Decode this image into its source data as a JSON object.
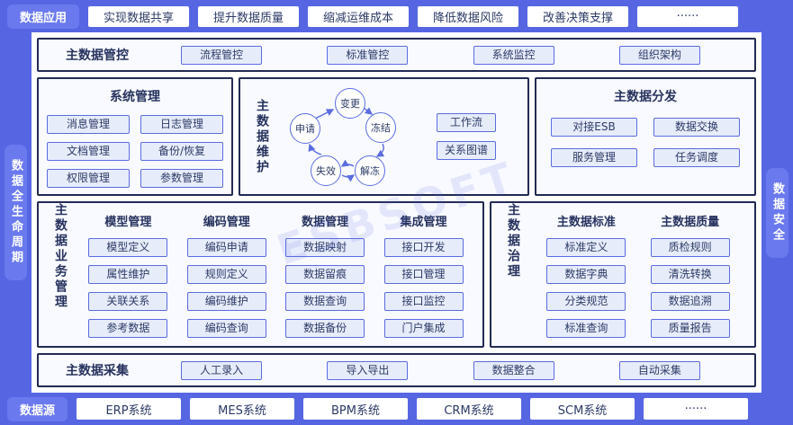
{
  "watermark": "ESBSOFT",
  "colors": {
    "accent": "#5b6ce0",
    "background": "#5666e3",
    "panel_border": "#232a52"
  },
  "top_bar": {
    "label": "数据应用",
    "items": [
      "实现数据共享",
      "提升数据质量",
      "缩减运维成本",
      "降低数据风险",
      "改善决策支撑",
      "······"
    ]
  },
  "left_bar": {
    "label": "数据全生命周期"
  },
  "right_bar": {
    "label": "数据安全"
  },
  "control": {
    "title": "主数据管控",
    "items": [
      "流程管控",
      "标准管控",
      "系统监控",
      "组织架构"
    ]
  },
  "system": {
    "title": "系统管理",
    "items": [
      "消息管理",
      "日志管理",
      "文档管理",
      "备份/恢复",
      "权限管理",
      "参数管理"
    ]
  },
  "maintain": {
    "title": "主数据维护",
    "cycle": [
      "变更",
      "冻结",
      "申请",
      "解冻",
      "失效"
    ],
    "side": [
      "工作流",
      "关系图谱"
    ]
  },
  "distribution": {
    "title": "主数据分发",
    "items": [
      "对接ESB",
      "数据交换",
      "服务管理",
      "任务调度"
    ]
  },
  "business": {
    "title": "主数据业务管理",
    "groups": [
      {
        "title": "模型管理",
        "items": [
          "模型定义",
          "属性维护",
          "关联关系",
          "参考数据"
        ]
      },
      {
        "title": "编码管理",
        "items": [
          "编码申请",
          "规则定义",
          "编码维护",
          "编码查询"
        ]
      },
      {
        "title": "数据管理",
        "items": [
          "数据映射",
          "数据留痕",
          "数据查询",
          "数据备份"
        ]
      },
      {
        "title": "集成管理",
        "items": [
          "接口开发",
          "接口管理",
          "接口监控",
          "门户集成"
        ]
      }
    ]
  },
  "governance": {
    "title": "主数据治理",
    "groups": [
      {
        "title": "主数据标准",
        "items": [
          "标准定义",
          "数据字典",
          "分类规范",
          "标准查询"
        ]
      },
      {
        "title": "主数据质量",
        "items": [
          "质检规则",
          "清洗转换",
          "数据追溯",
          "质量报告"
        ]
      }
    ]
  },
  "collection": {
    "title": "主数据采集",
    "items": [
      "人工录入",
      "导入导出",
      "数据整合",
      "自动采集"
    ]
  },
  "bottom_bar": {
    "label": "数据源",
    "items": [
      "ERP系统",
      "MES系统",
      "BPM系统",
      "CRM系统",
      "SCM系统",
      "······"
    ]
  }
}
